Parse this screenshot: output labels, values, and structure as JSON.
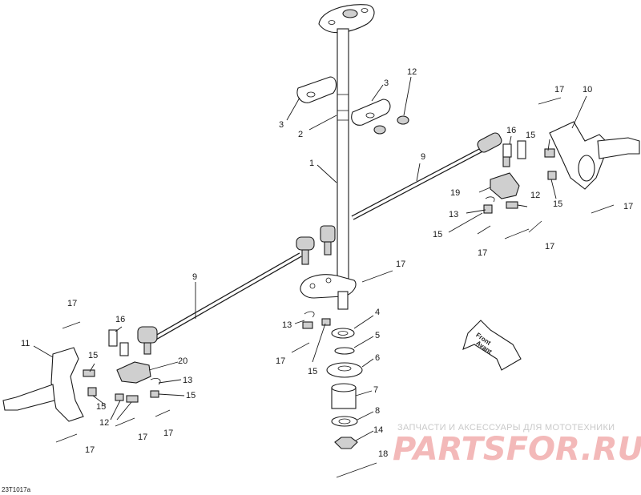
{
  "diagram_code": "23T1017a",
  "front_arrow": {
    "line1": "Front",
    "line2": "Avant"
  },
  "watermark": {
    "tagline": "ЗАПЧАСТИ И АКСЕССУАРЫ ДЛЯ МОТОТЕХНИКИ",
    "logo": "PARTSFOR.RU"
  },
  "callouts": {
    "c1": "1",
    "c2": "2",
    "c3a": "3",
    "c3b": "3",
    "c4": "4",
    "c5": "5",
    "c6": "6",
    "c7": "7",
    "c8": "8",
    "c9a": "9",
    "c9b": "9",
    "c10": "10",
    "c11": "11",
    "c12a": "12",
    "c12b": "12",
    "c12c": "12",
    "c13a": "13",
    "c13b": "13",
    "c13c": "13",
    "c14": "14",
    "c15a": "15",
    "c15b": "15",
    "c15c": "15",
    "c15d": "15",
    "c15e": "15",
    "c15f": "15",
    "c15g": "15",
    "c16a": "16",
    "c16b": "16",
    "c17a": "17",
    "c17b": "17",
    "c17c": "17",
    "c17d": "17",
    "c17e": "17",
    "c17f": "17",
    "c17g": "17",
    "c17h": "17",
    "c17i": "17",
    "c17j": "17",
    "c18": "18",
    "c19": "19",
    "c20": "20"
  }
}
